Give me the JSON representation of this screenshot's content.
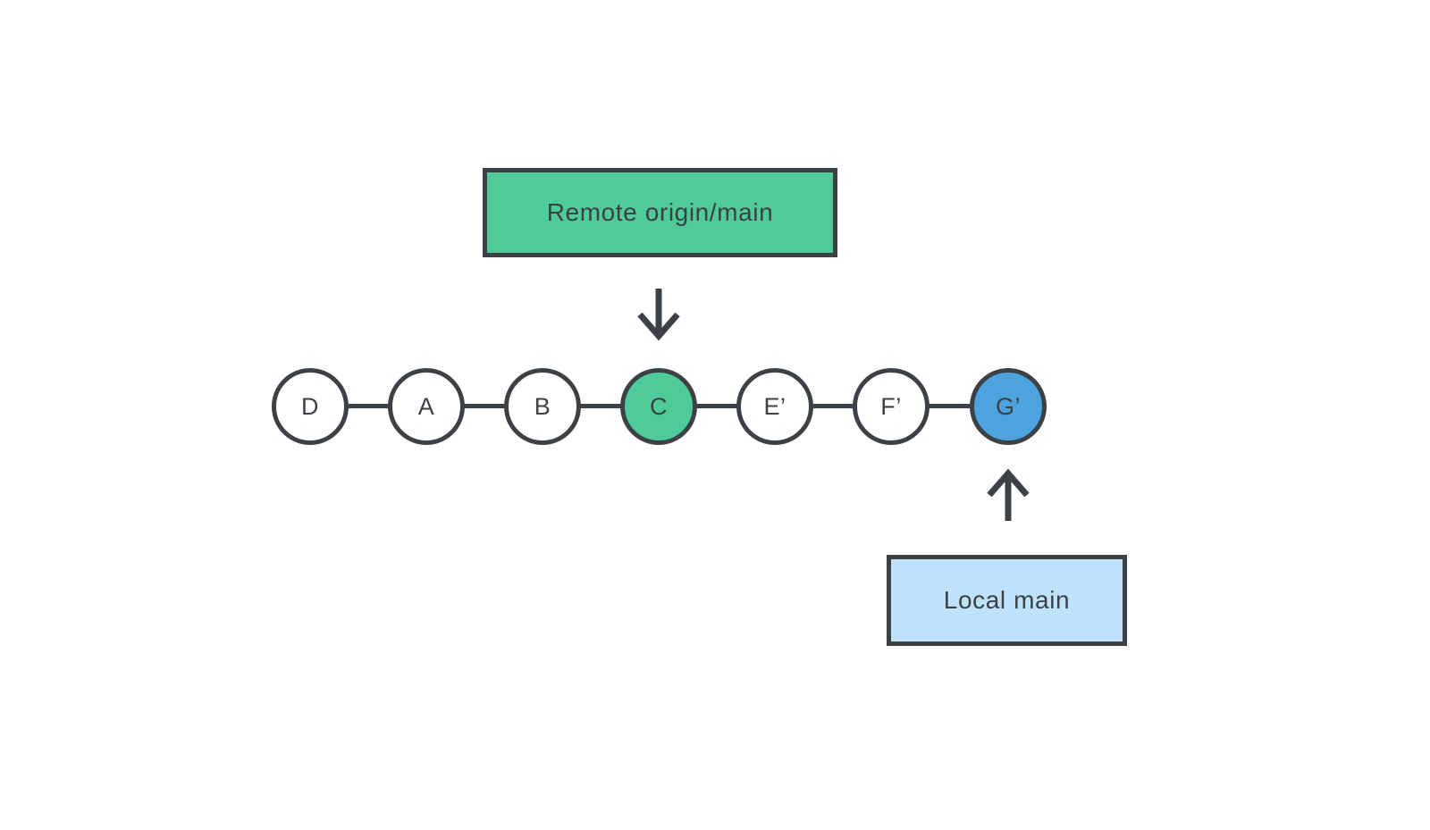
{
  "diagram": {
    "remote_label": "Remote origin/main",
    "local_label": "Local main",
    "nodes": [
      {
        "label": "D",
        "variant": "plain"
      },
      {
        "label": "A",
        "variant": "plain"
      },
      {
        "label": "B",
        "variant": "plain"
      },
      {
        "label": "C",
        "variant": "green"
      },
      {
        "label": "E’",
        "variant": "plain"
      },
      {
        "label": "F’",
        "variant": "plain"
      },
      {
        "label": "G’",
        "variant": "blue"
      }
    ],
    "colors": {
      "stroke": "#3c4146",
      "text": "#3c4146",
      "green": "#4ecb98",
      "blue": "#4da3de",
      "light_blue": "#bfe3fc"
    }
  }
}
